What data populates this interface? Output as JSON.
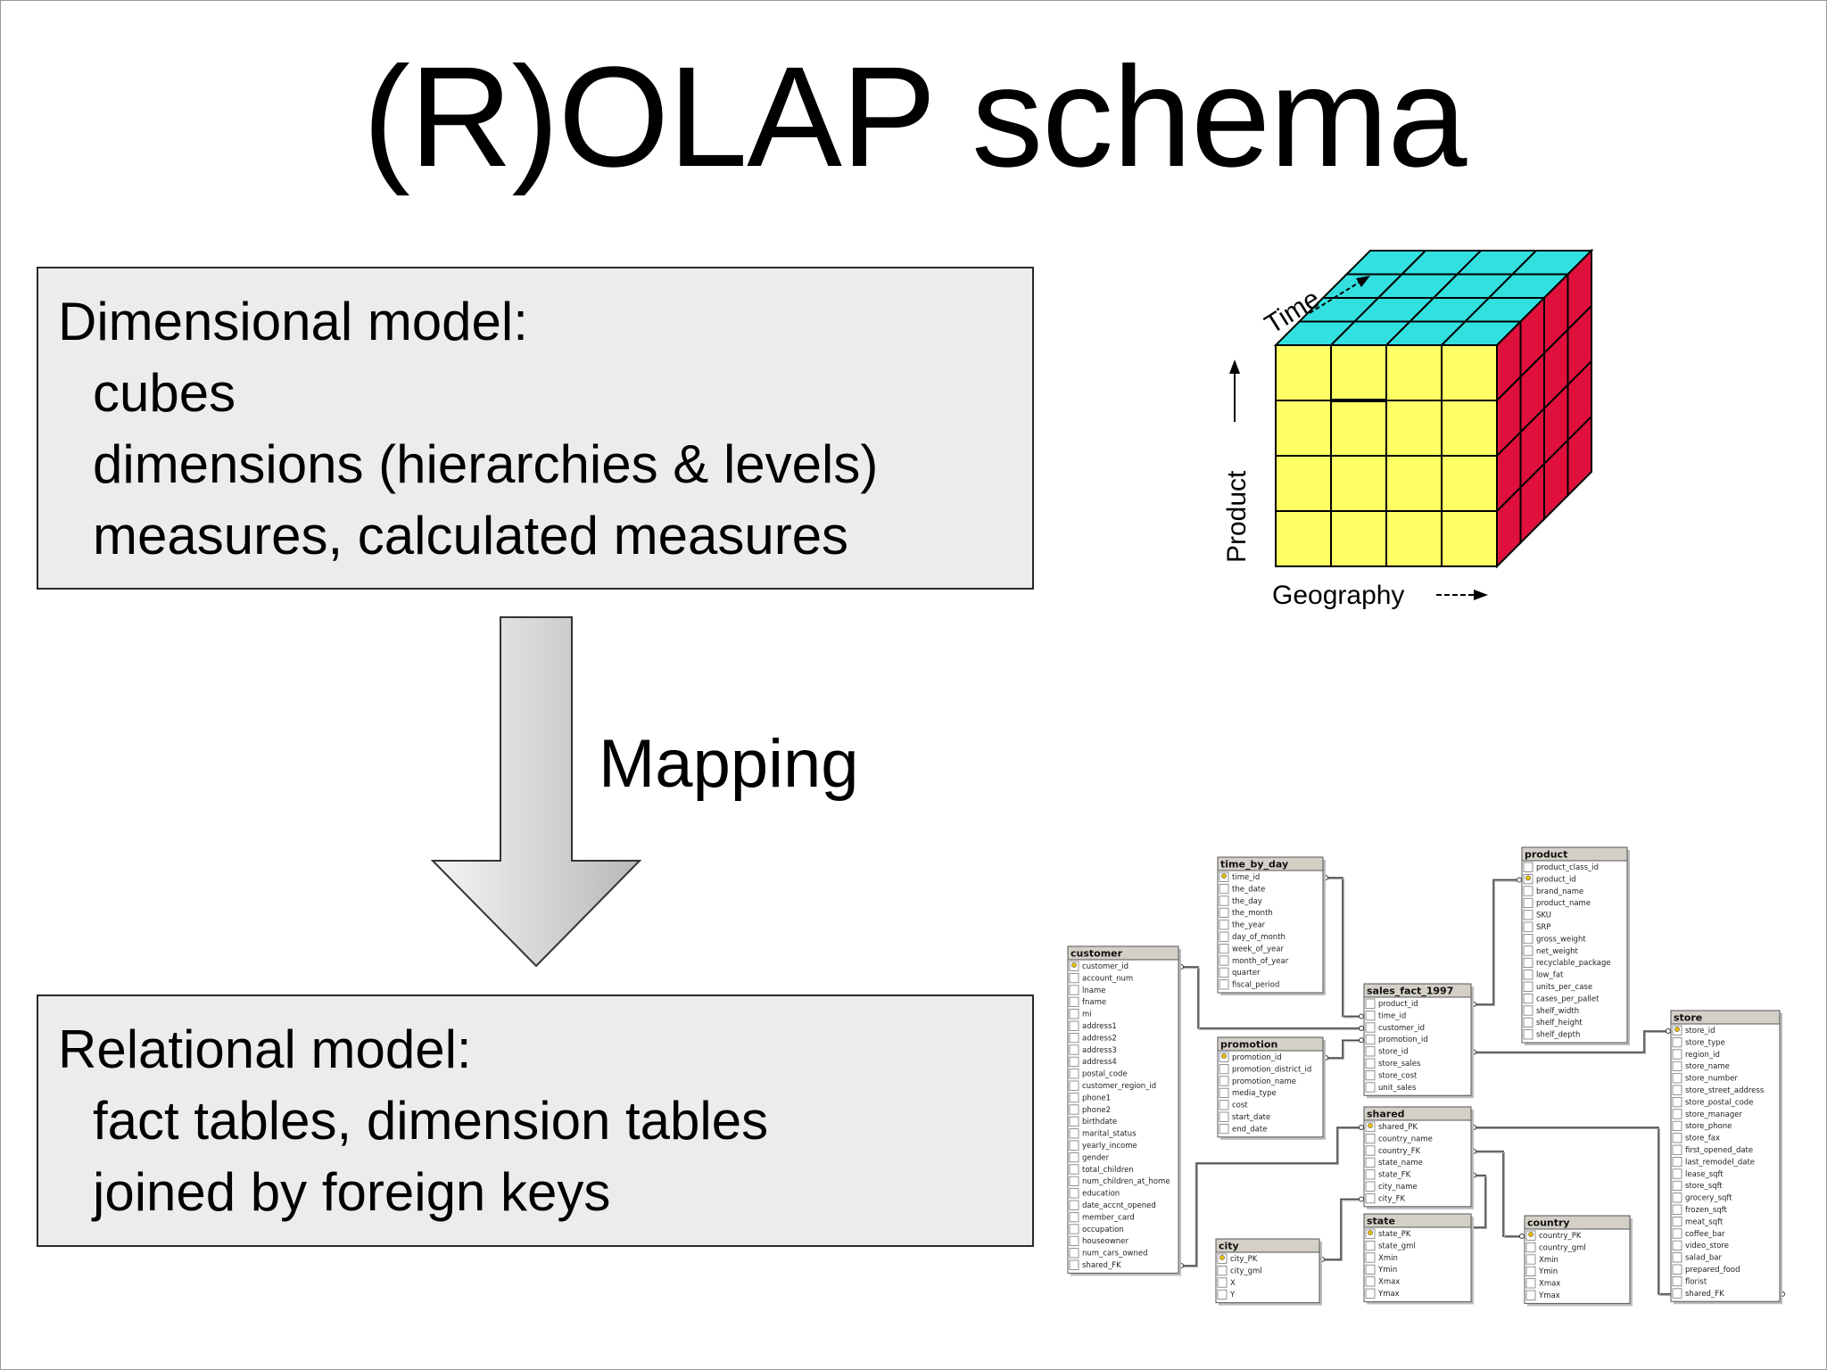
{
  "title": "(R)OLAP schema",
  "dimensional": {
    "heading": "Dimensional model:",
    "lines": [
      "cubes",
      "dimensions (hierarchies & levels)",
      "measures, calculated measures"
    ]
  },
  "relational": {
    "heading": "Relational model:",
    "lines": [
      "fact tables, dimension tables",
      "joined by foreign keys"
    ]
  },
  "mapping_label": "Mapping",
  "cube": {
    "time_label": "Time",
    "product_label": "Product",
    "geography_label": "Geography",
    "colors": {
      "front": "#ffff66",
      "top": "#33e0e0",
      "side": "#e0103c"
    }
  },
  "schema_tables": [
    {
      "name": "time_by_day",
      "fields": [
        "time_id",
        "the_date",
        "the_day",
        "the_month",
        "the_year",
        "day_of_month",
        "week_of_year",
        "month_of_year",
        "quarter",
        "fiscal_period"
      ]
    },
    {
      "name": "product",
      "fields": [
        "product_class_id",
        "product_id",
        "brand_name",
        "product_name",
        "SKU",
        "SRP",
        "gross_weight",
        "net_weight",
        "recyclable_package",
        "low_fat",
        "units_per_case",
        "cases_per_pallet",
        "shelf_width",
        "shelf_height",
        "shelf_depth"
      ]
    },
    {
      "name": "customer",
      "fields": [
        "customer_id",
        "account_num",
        "lname",
        "fname",
        "mi",
        "address1",
        "address2",
        "address3",
        "address4",
        "postal_code",
        "customer_region_id",
        "phone1",
        "phone2",
        "birthdate",
        "marital_status",
        "yearly_income",
        "gender",
        "total_children",
        "num_children_at_home",
        "education",
        "date_accnt_opened",
        "member_card",
        "occupation",
        "houseowner",
        "num_cars_owned",
        "shared_FK"
      ]
    },
    {
      "name": "sales_fact_1997",
      "fields": [
        "product_id",
        "time_id",
        "customer_id",
        "promotion_id",
        "store_id",
        "store_sales",
        "store_cost",
        "unit_sales"
      ]
    },
    {
      "name": "promotion",
      "fields": [
        "promotion_id",
        "promotion_district_id",
        "promotion_name",
        "media_type",
        "cost",
        "start_date",
        "end_date"
      ]
    },
    {
      "name": "store",
      "fields": [
        "store_id",
        "store_type",
        "region_id",
        "store_name",
        "store_number",
        "store_street_address",
        "store_postal_code",
        "store_manager",
        "store_phone",
        "store_fax",
        "first_opened_date",
        "last_remodel_date",
        "lease_sqft",
        "store_sqft",
        "grocery_sqft",
        "frozen_sqft",
        "meat_sqft",
        "coffee_bar",
        "video_store",
        "salad_bar",
        "prepared_food",
        "florist",
        "shared_FK"
      ]
    },
    {
      "name": "shared",
      "fields": [
        "shared_PK",
        "country_name",
        "country_FK",
        "state_name",
        "state_FK",
        "city_name",
        "city_FK"
      ]
    },
    {
      "name": "city",
      "fields": [
        "city_PK",
        "city_gml",
        "X",
        "Y"
      ]
    },
    {
      "name": "state",
      "fields": [
        "state_PK",
        "state_gml",
        "Xmin",
        "Ymin",
        "Xmax",
        "Ymax"
      ]
    },
    {
      "name": "country",
      "fields": [
        "country_PK",
        "country_gml",
        "Xmin",
        "Ymin",
        "Xmax",
        "Ymax"
      ]
    }
  ]
}
